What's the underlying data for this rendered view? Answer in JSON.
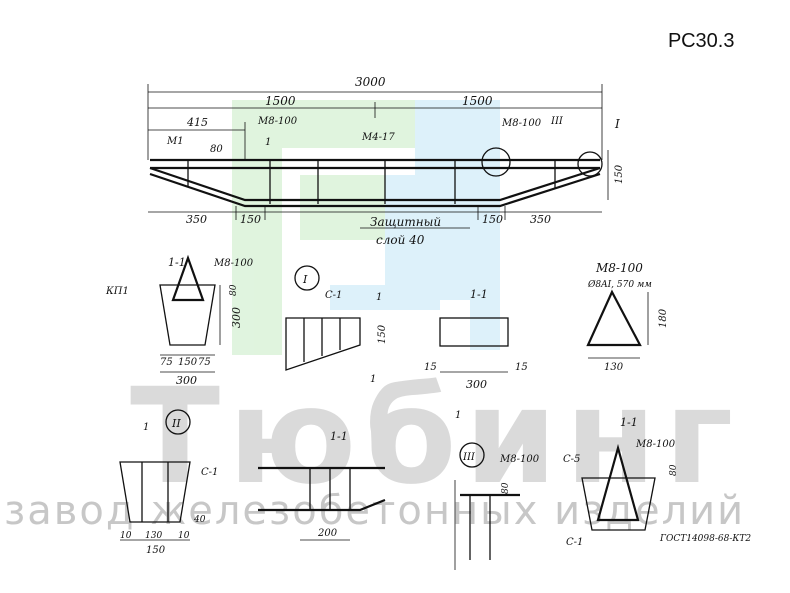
{
  "doc_code": "РС30.3",
  "watermark": {
    "brand": "Тюбинг",
    "tagline": "завод железобетонных изделий"
  },
  "main_view": {
    "dims": {
      "total": "3000",
      "half_left": "1500",
      "half_right": "1500",
      "d415": "415",
      "d80": "80",
      "d350_left": "350",
      "d150_a": "150",
      "d150_b": "150",
      "d350_right": "350",
      "d150_height": "150"
    },
    "labels": {
      "m1": "М1",
      "m8_100_a": "М8-100",
      "m4_17": "М4-17",
      "m8_100_b": "М8-100",
      "mark_i": "1",
      "mark_iii": "III",
      "mark_big_i": "I",
      "cover_1": "Защитный",
      "cover_2": "слой 40"
    }
  },
  "section_11_a": {
    "title": "1-1",
    "kp1": "КП1",
    "m8": "М8-100",
    "h300": "300",
    "h80": "80",
    "b75a": "75",
    "b150": "150",
    "b75b": "75",
    "w300": "300"
  },
  "detail_i": {
    "roman": "I",
    "c1": "С-1",
    "d150": "150",
    "n1a": "1",
    "n1b": "1"
  },
  "section_11_b": {
    "title": "1-1",
    "d15a": "15",
    "d15b": "15",
    "w300": "300"
  },
  "m8_detail": {
    "title": "М8-100",
    "spec": "Ø8AI, 570 мм",
    "h180": "180",
    "w130": "130"
  },
  "detail_ii": {
    "roman": "II",
    "c1": "С-1",
    "d40": "40",
    "d10a": "10",
    "d130": "130",
    "d10b": "10",
    "d150": "150",
    "n1": "1"
  },
  "section_11_c": {
    "title": "1-1",
    "d200": "200",
    "n1": "1"
  },
  "detail_iii": {
    "roman": "III",
    "m8": "М8-100",
    "d80": "80"
  },
  "section_11_d": {
    "title": "1-1",
    "m8": "М8-100",
    "c5": "С-5",
    "c1": "С-1",
    "gost": "ГОСТ14098-68-КТ2",
    "d80": "80"
  }
}
